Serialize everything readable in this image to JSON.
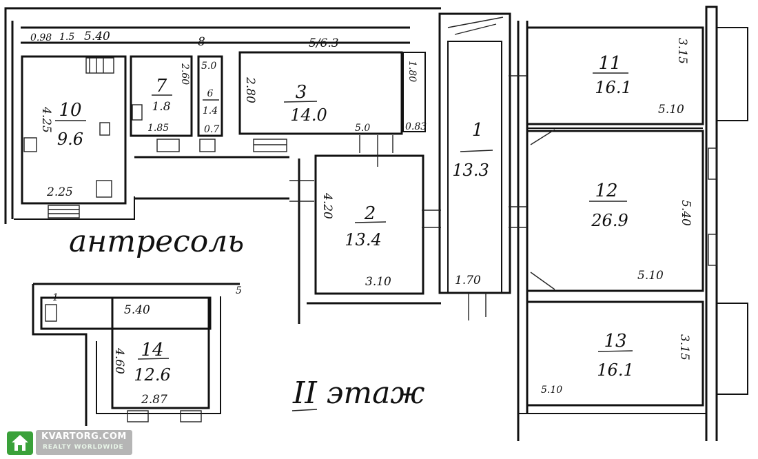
{
  "rooms": [
    {
      "id": "1",
      "number": "1",
      "area": "13.3"
    },
    {
      "id": "2",
      "number": "2",
      "area": "13.4"
    },
    {
      "id": "3",
      "number": "3",
      "area": "14.0"
    },
    {
      "id": "7",
      "number": "7",
      "area": "1.8"
    },
    {
      "id": "6",
      "number": "6",
      "area": "1.4"
    },
    {
      "id": "10",
      "number": "10",
      "area": "9.6"
    },
    {
      "id": "11",
      "number": "11",
      "area": "16.1"
    },
    {
      "id": "12",
      "number": "12",
      "area": "26.9"
    },
    {
      "id": "13",
      "number": "13",
      "area": "16.1"
    },
    {
      "id": "14",
      "number": "14",
      "area": "12.6"
    }
  ],
  "dimensions": {
    "top_left_width": "5.40",
    "room8_label": "8",
    "room3_width": "5/6.3",
    "room10_height": "4.25",
    "room10_width": "2.25",
    "room7_height": "2.60",
    "room7_width": "1.85",
    "room6_height": "5.0",
    "room6_width": "0.7",
    "room3_height": "2.80",
    "room3_width_b": "5.0",
    "room3_side": "1.80",
    "room3_small": "0.83",
    "room2_height": "4.20",
    "room2_width": "3.10",
    "room1_width": "1.70",
    "room11_width": "5.10",
    "room11_height": "3.15",
    "room12_width": "5.10",
    "room12_height": "5.40",
    "room13_width": "5.10",
    "room13_height": "3.15",
    "room14_width_top": "5.40",
    "room14_height": "4.60",
    "room14_width": "2.87",
    "small_top": "0.98",
    "small_top_b": "1.5",
    "room14_corner_top": "1",
    "room14_corner_right": "5"
  },
  "labels": {
    "mezzanine": "антресоль",
    "floor": "II этаж"
  },
  "watermark": {
    "name": "KVARTORG.COM",
    "tagline": "REALTY WORLDWIDE"
  },
  "colors": {
    "ink": "#111111",
    "paper": "#ffffff",
    "logo_green": "#3aa13a"
  }
}
